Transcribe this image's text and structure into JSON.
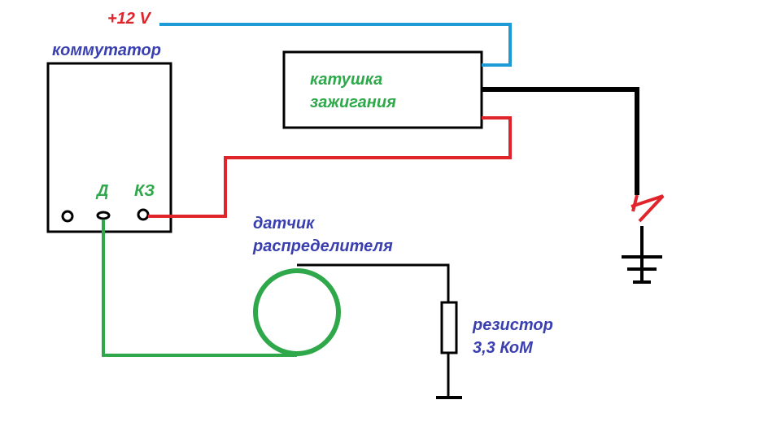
{
  "labels": {
    "supply": "+12 V",
    "commutator": "коммутатор",
    "coil_line1": "катушка",
    "coil_line2": "зажигания",
    "pin_d": "Д",
    "pin_kz": "КЗ",
    "sensor_line1": "датчик",
    "sensor_line2": "распределителя",
    "resistor_line1": "резистор",
    "resistor_line2": "3,3 КоМ"
  },
  "colors": {
    "supply_wire": "#1e9ad6",
    "red_wire": "#e0242b",
    "green_wire": "#2ea84a",
    "hv_wire": "#000000",
    "text_blue": "#3a3fb0",
    "text_green": "#2ea84a",
    "text_red": "#e0242b"
  }
}
